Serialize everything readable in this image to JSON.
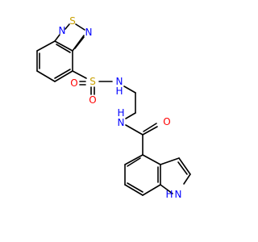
{
  "molecule": {
    "atom_labels": {
      "n1": "N",
      "s_ring": "S",
      "n2": "N",
      "s_sulfonyl": "S",
      "o1": "O",
      "o2": "O",
      "nh_sulfonamide": "N",
      "h_sulfonamide": "H",
      "nh_amide": "N",
      "h_amide": "H",
      "o_carbonyl": "O",
      "nh_indole": "N",
      "h_indole": "H"
    },
    "colors": {
      "bond": "#000000",
      "nitrogen": "#0000ff",
      "sulfur": "#c8a000",
      "oxygen": "#ff0000"
    }
  }
}
